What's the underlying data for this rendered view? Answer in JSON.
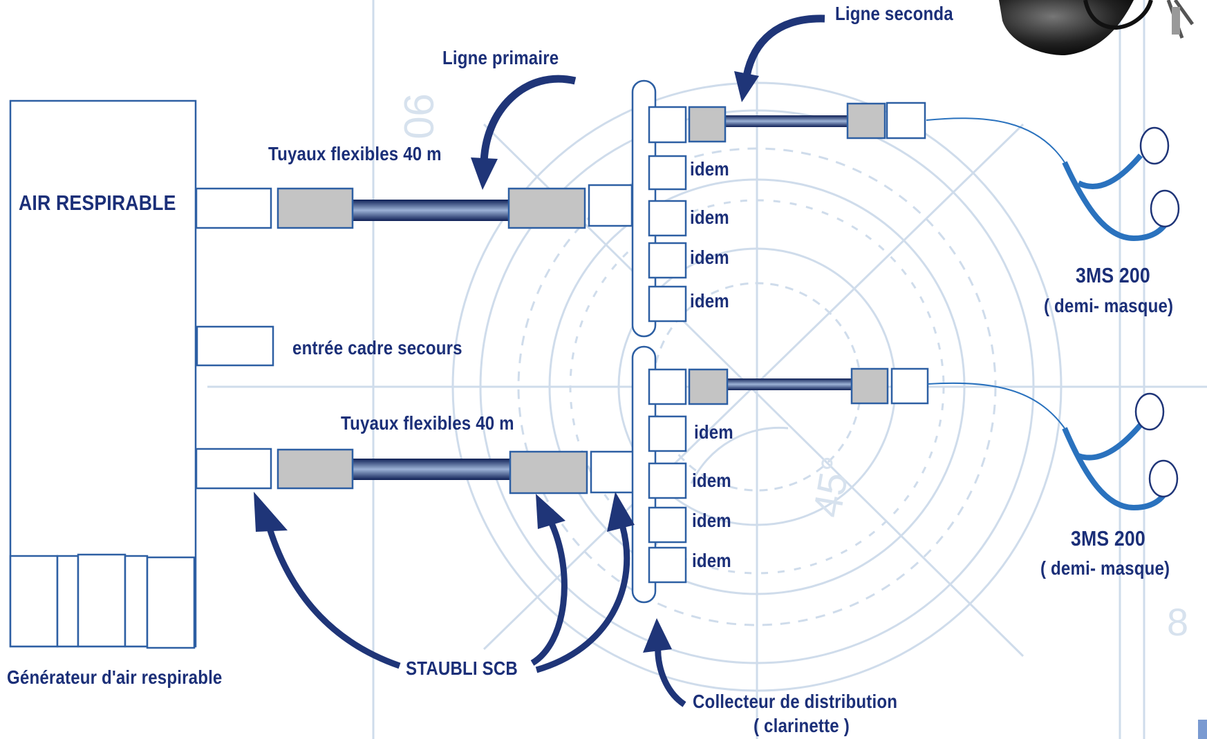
{
  "labels": {
    "air_respirable": "AIR RESPIRABLE",
    "generateur": "Générateur d'air respirable",
    "entree_secours": "entrée cadre secours",
    "tuyaux_top": "Tuyaux flexibles 40 m",
    "tuyaux_bottom": "Tuyaux flexibles 40 m",
    "ligne_primaire": "Ligne primaire",
    "ligne_secondaire": "Ligne seconda",
    "staubli": "STAUBLI SCB",
    "collecteur_line1": "Collecteur de distribution",
    "collecteur_line2": "( clarinette )",
    "mask_top_name": "3MS 200",
    "mask_top_desc": "( demi- masque)",
    "mask_bottom_name": "3MS 200",
    "mask_bottom_desc": "( demi- masque)",
    "top_outlets": [
      "idem",
      "idem",
      "idem",
      "idem"
    ],
    "bottom_outlets": [
      "idem",
      "idem",
      "idem",
      "idem"
    ]
  },
  "background_numbers": [
    "90",
    "45°",
    "8"
  ],
  "colors": {
    "text": "#1b2f78",
    "box_border": "#2d5fa3",
    "coupler_fill": "#c4c4c4",
    "arrow": "#1f3578",
    "mask_hose": "#2a72be",
    "watermark": "#cfdceb"
  }
}
